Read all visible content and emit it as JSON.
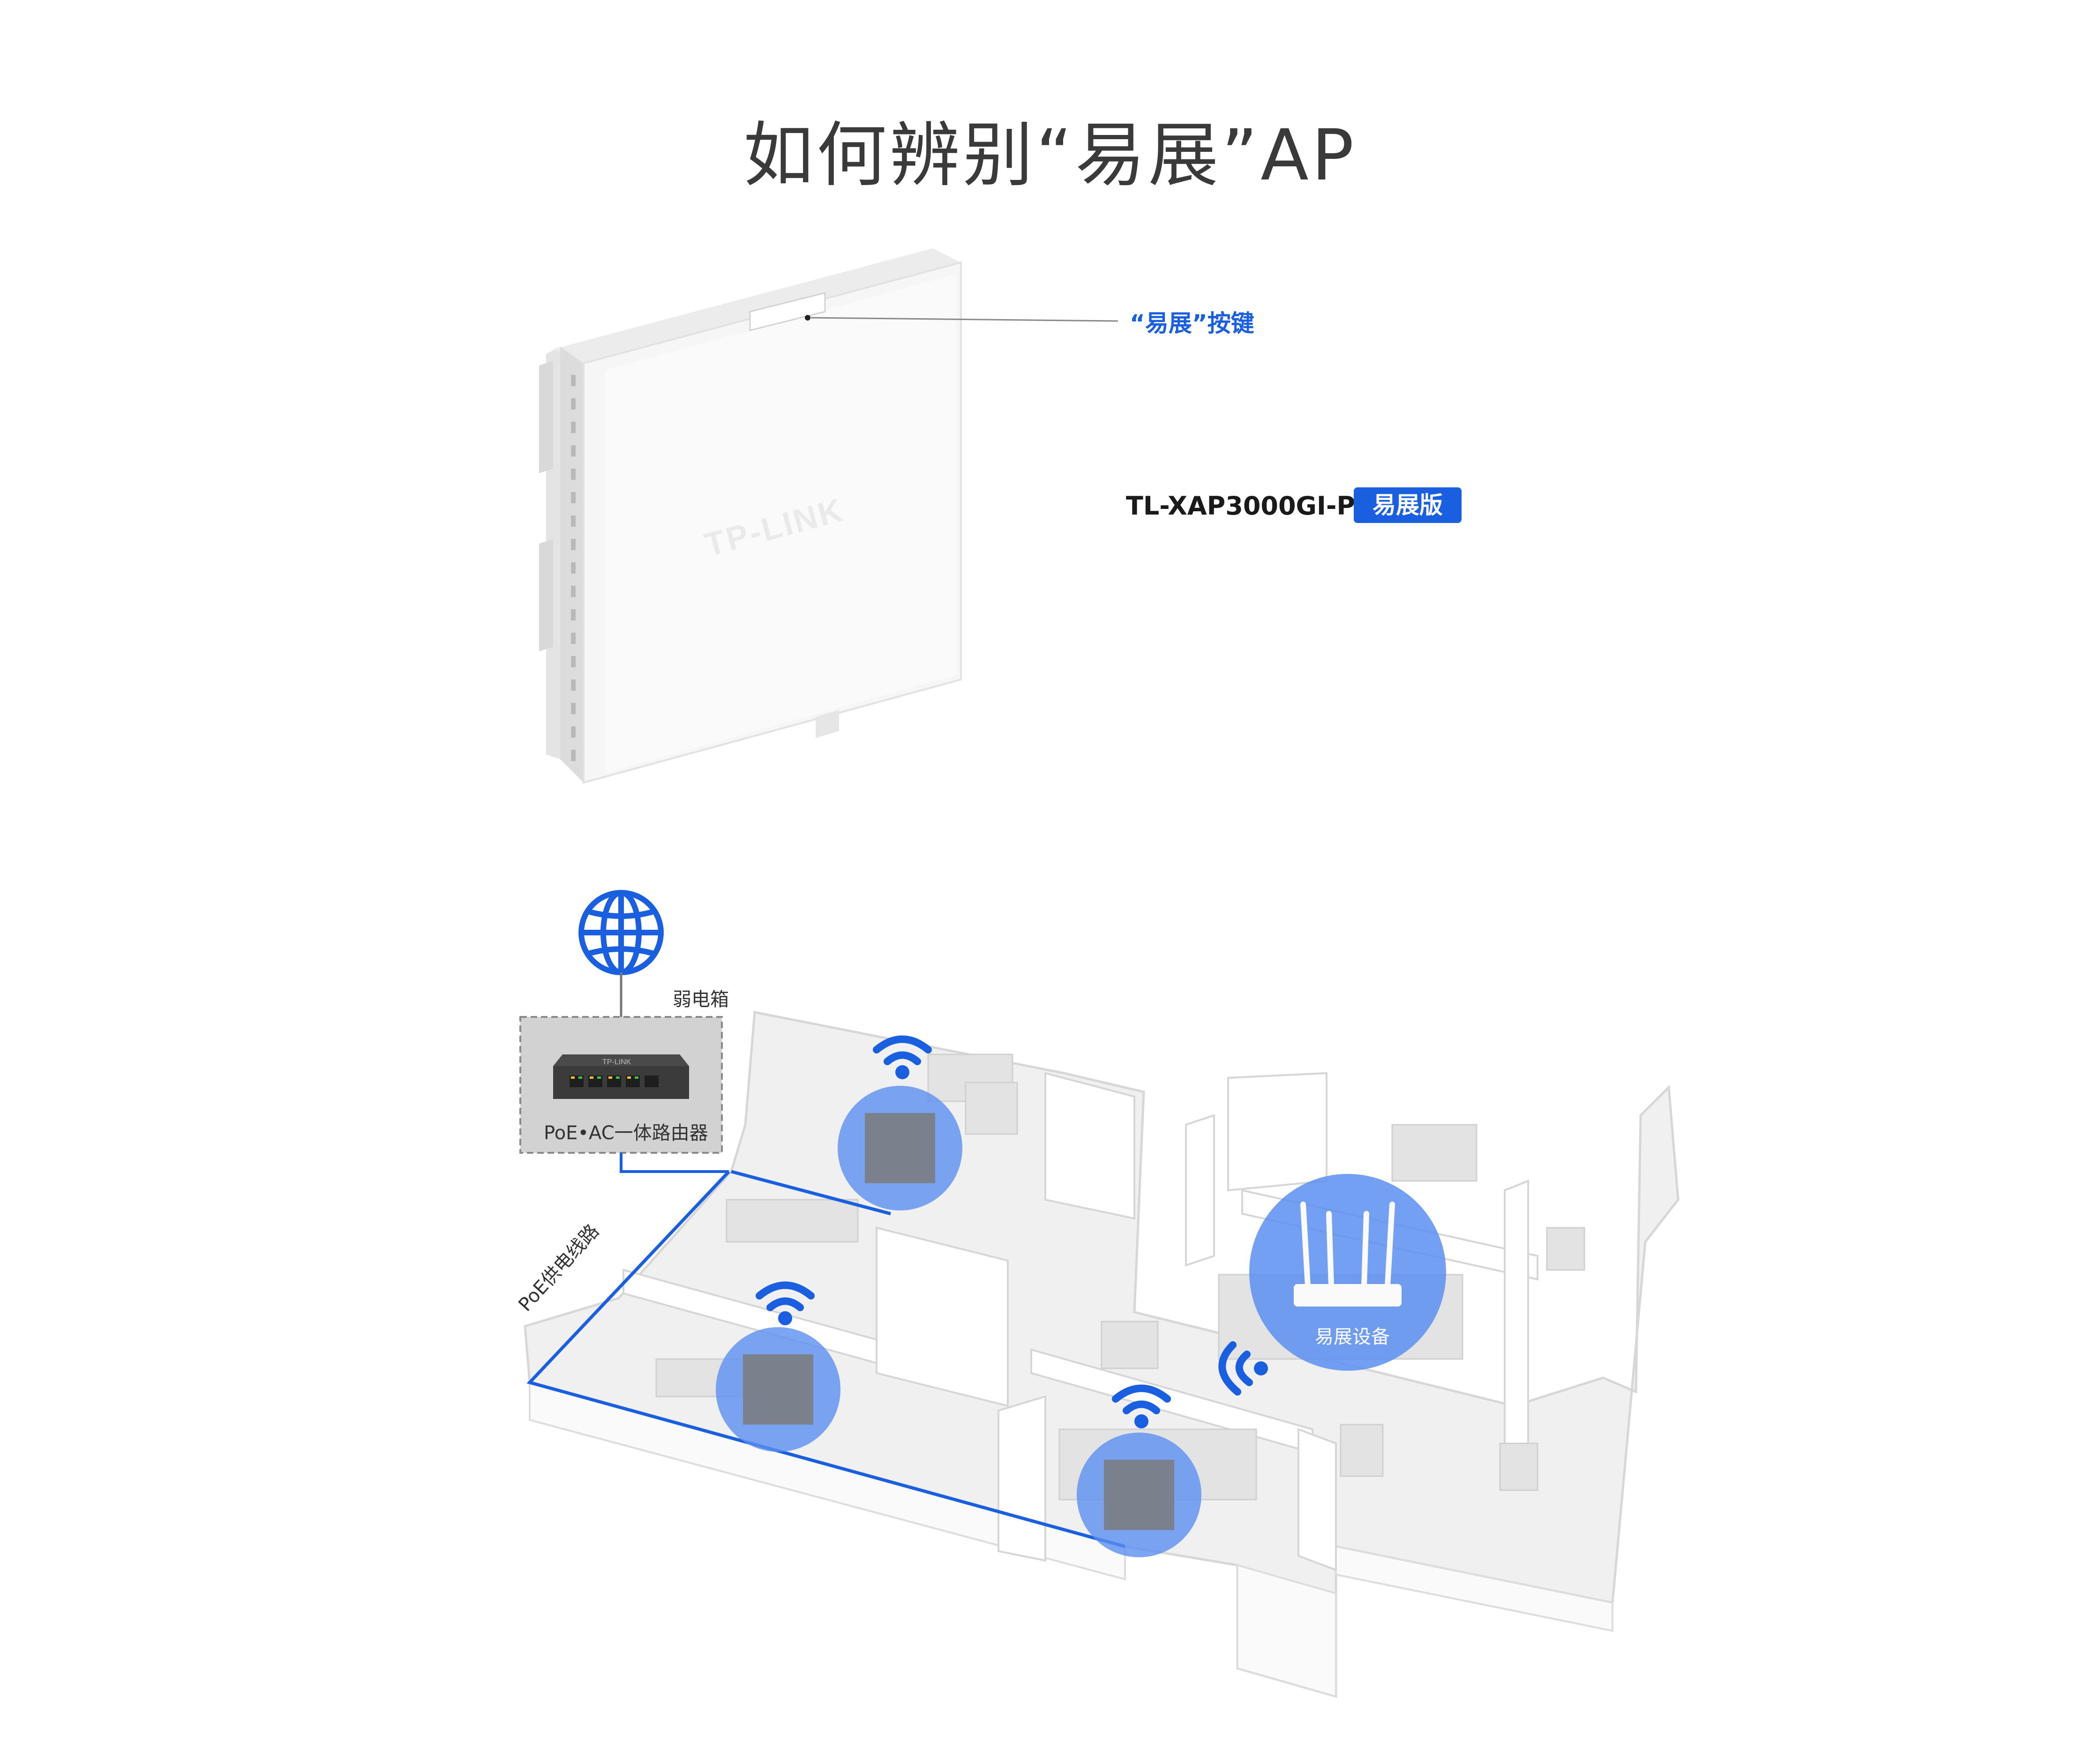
{
  "title": "如何辨别“易展”AP",
  "product": {
    "hotkey_label": "“易展”按键",
    "model": "TL-XAP3000GI-PoE",
    "edition_badge": "易展版",
    "brand_logo": "TP-LINK"
  },
  "diagram": {
    "cabinet_label": "弱电箱",
    "router_label": "PoE•AC一体路由器",
    "router_brand": "TP-LINK",
    "poe_line_label": "PoE供电线路",
    "mesh_device_label": "易展设备"
  },
  "colors": {
    "accent": "#1a5fe0",
    "ap_bubble": "#5b8ff0",
    "floor": "#f1f1f1",
    "walls": "#ffffff"
  },
  "icons": [
    "globe-icon",
    "wifi-icon",
    "ap-panel-icon",
    "router-icon",
    "switch-icon"
  ]
}
